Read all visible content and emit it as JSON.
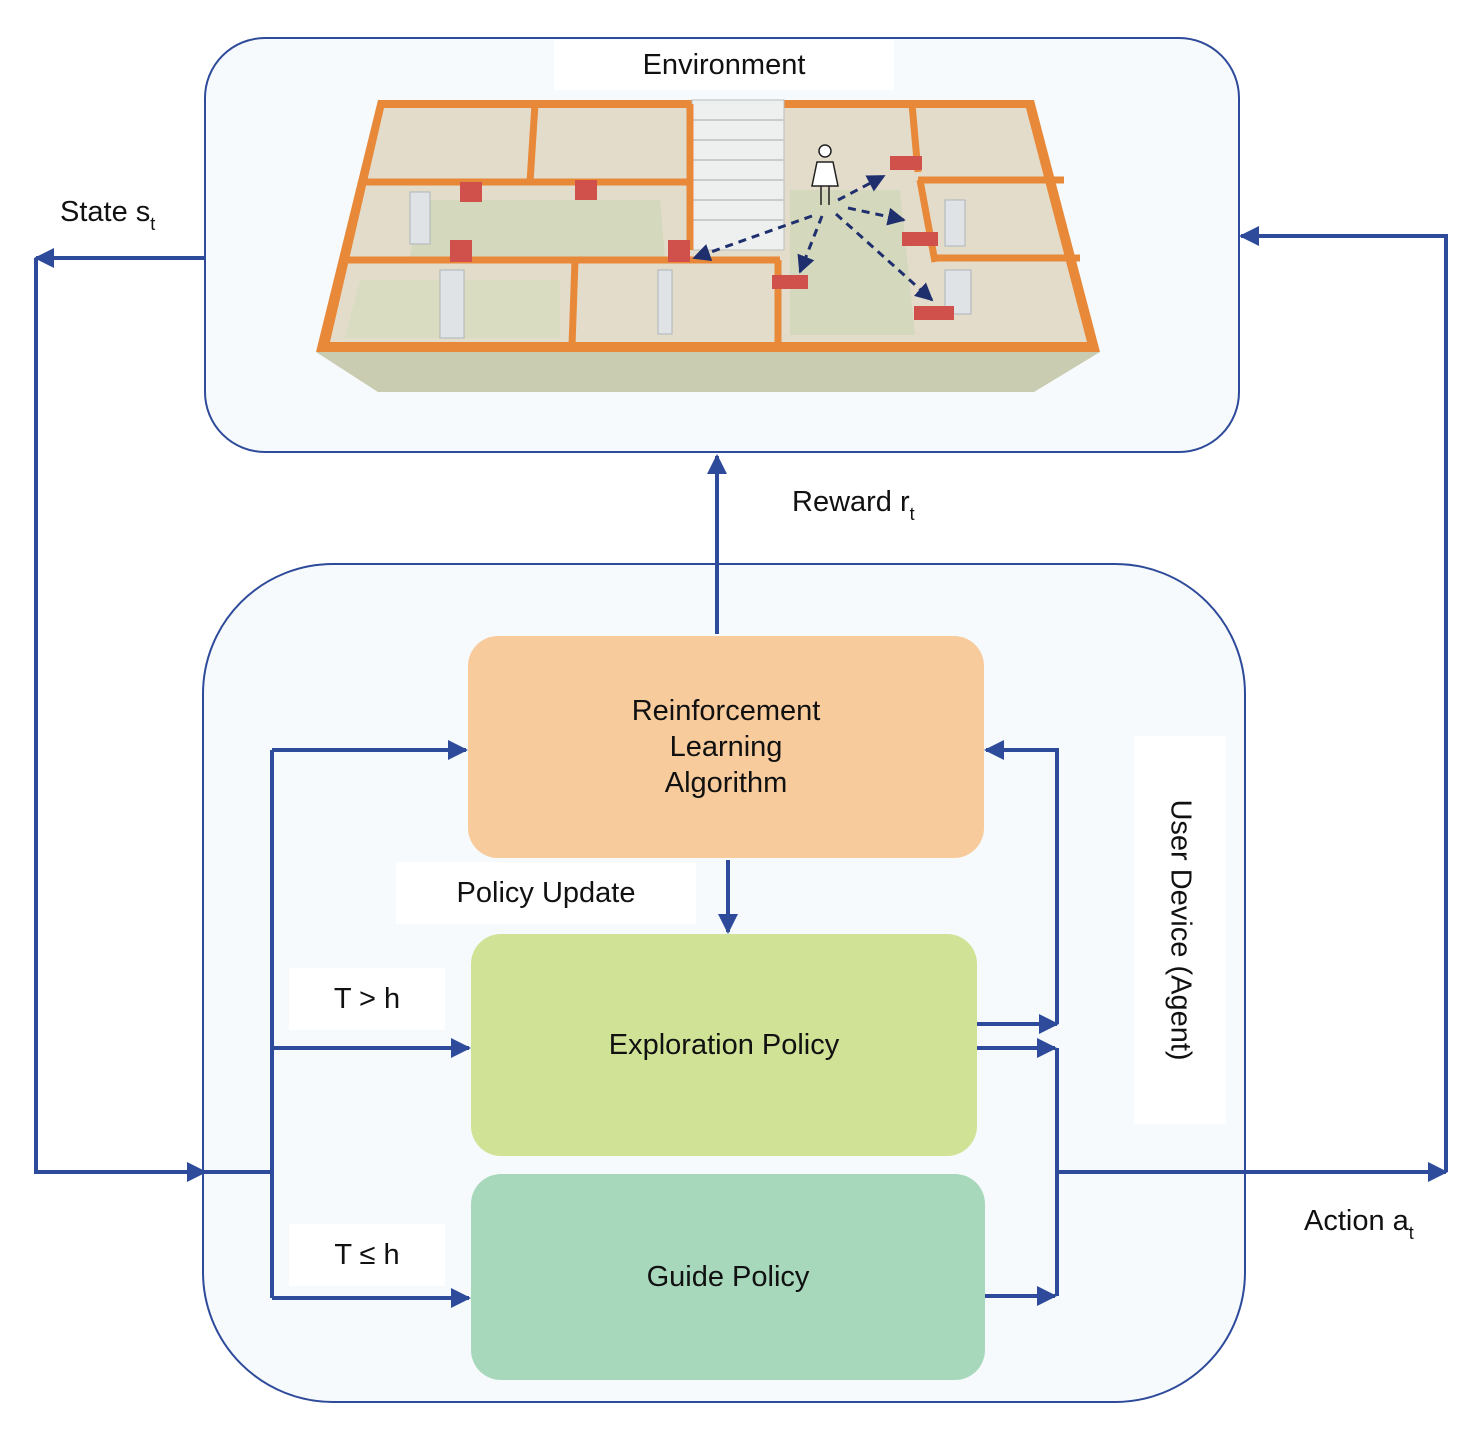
{
  "environment": {
    "title": "Environment"
  },
  "labels": {
    "state": "State s",
    "state_sub": "t",
    "reward": "Reward r",
    "reward_sub": "t",
    "action": "Action a",
    "action_sub": "t",
    "policy_update": "Policy Update",
    "t_greater_h": "T > h",
    "t_leq_h": "T ≤ h",
    "agent": "User Device (Agent)"
  },
  "boxes": {
    "rl_algorithm": "Reinforcement\nLearning\nAlgorithm",
    "exploration_policy": "Exploration Policy",
    "guide_policy": "Guide Policy"
  },
  "colors": {
    "arrow": "#2e4a9a",
    "rl_box": "#f8cb9c",
    "exploration_box": "#d0e296",
    "guide_box": "#a8d8bc",
    "container_fill": "#f6fafc",
    "container_stroke": "#2e4a9a",
    "wall": "#e8893a",
    "floor": "#d4d8bc",
    "sensor": "#d0504c"
  },
  "icons": [
    "person-icon",
    "sensor-icon"
  ]
}
